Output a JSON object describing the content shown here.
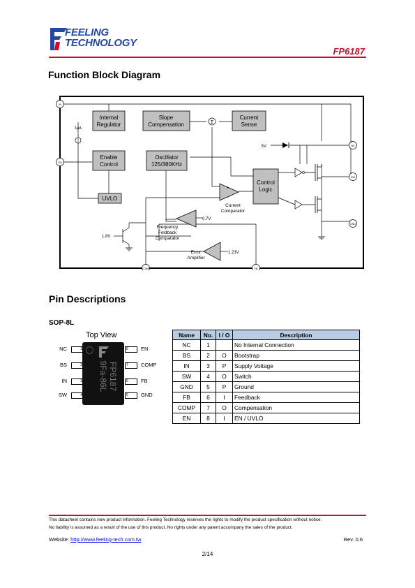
{
  "header": {
    "logo_line1": "FEELING",
    "logo_line2": "TECHNOLOGY",
    "doc_number": "FP6187"
  },
  "block_diagram": {
    "title": "Function Block Diagram",
    "blocks": {
      "internal_regulator": [
        "Internal",
        "Regulator"
      ],
      "slope_compensation": [
        "Slope",
        "Compensation"
      ],
      "current_sense": [
        "Current",
        "Sense"
      ],
      "enable_control": [
        "Enable",
        "Control"
      ],
      "oscillator": [
        "Oscillator",
        "125/380KHz"
      ],
      "control_logic": [
        "Control",
        "Logic"
      ],
      "uvlo": "UVLO"
    },
    "labels": {
      "current_source": "1μA",
      "sum": "Σ",
      "five_volt": "5V",
      "current_comparator": [
        "Current",
        "Comparator"
      ],
      "freq_foldback": [
        "Frequency",
        "Foldback",
        "Comparator"
      ],
      "v07": "0.7V",
      "v18": "1.8V",
      "error_amp": [
        "Error",
        "Amplifier"
      ],
      "v123": "1.23V"
    },
    "pins": {
      "in": "IN",
      "en": "EN",
      "bs": "BS",
      "sw": "SW",
      "gnd": "GND",
      "comp": "COMP",
      "fb": "FB"
    }
  },
  "pin_section": {
    "title": "Pin Descriptions",
    "package": "SOP-8L",
    "top_view": "Top View",
    "chip_marking": [
      "FP6187",
      "9Fa-86L"
    ],
    "left_pins": [
      {
        "name": "NC",
        "num": "1"
      },
      {
        "name": "BS",
        "num": "2"
      },
      {
        "name": "IN",
        "num": "3"
      },
      {
        "name": "SW",
        "num": "4"
      }
    ],
    "right_pins": [
      {
        "name": "EN",
        "num": "8"
      },
      {
        "name": "COMP",
        "num": "7"
      },
      {
        "name": "FB",
        "num": "6"
      },
      {
        "name": "GND",
        "num": "5"
      }
    ],
    "table": {
      "headers": [
        "Name",
        "No.",
        "I / O",
        "Description"
      ],
      "rows": [
        [
          "NC",
          "1",
          "",
          "No Internal Connection"
        ],
        [
          "BS",
          "2",
          "O",
          "Bootstrap"
        ],
        [
          "IN",
          "3",
          "P",
          "Supply Voltage"
        ],
        [
          "SW",
          "4",
          "O",
          "Switch"
        ],
        [
          "GND",
          "5",
          "P",
          "Ground"
        ],
        [
          "FB",
          "6",
          "I",
          "Feedback"
        ],
        [
          "COMP",
          "7",
          "O",
          "Compensation"
        ],
        [
          "EN",
          "8",
          "I",
          "EN / UVLO"
        ]
      ]
    }
  },
  "footer": {
    "line1": "This datasheet contains new product information.   Feeling Technology reserves the rights to modify the product specification without notice.",
    "line2": "No liability is assumed as a result of the use of this product. No rights under any patent accompany the sales of the product.",
    "website_label": "Website: ",
    "website_url": "http://www.feeling-tech.com.tw",
    "revision": "Rev. 0.6",
    "page": "2/14"
  },
  "colors": {
    "brand_blue": "#2547a8",
    "brand_red": "#c8102e",
    "block_fill": "#c0c0c0",
    "table_header": "#b9cde5"
  }
}
